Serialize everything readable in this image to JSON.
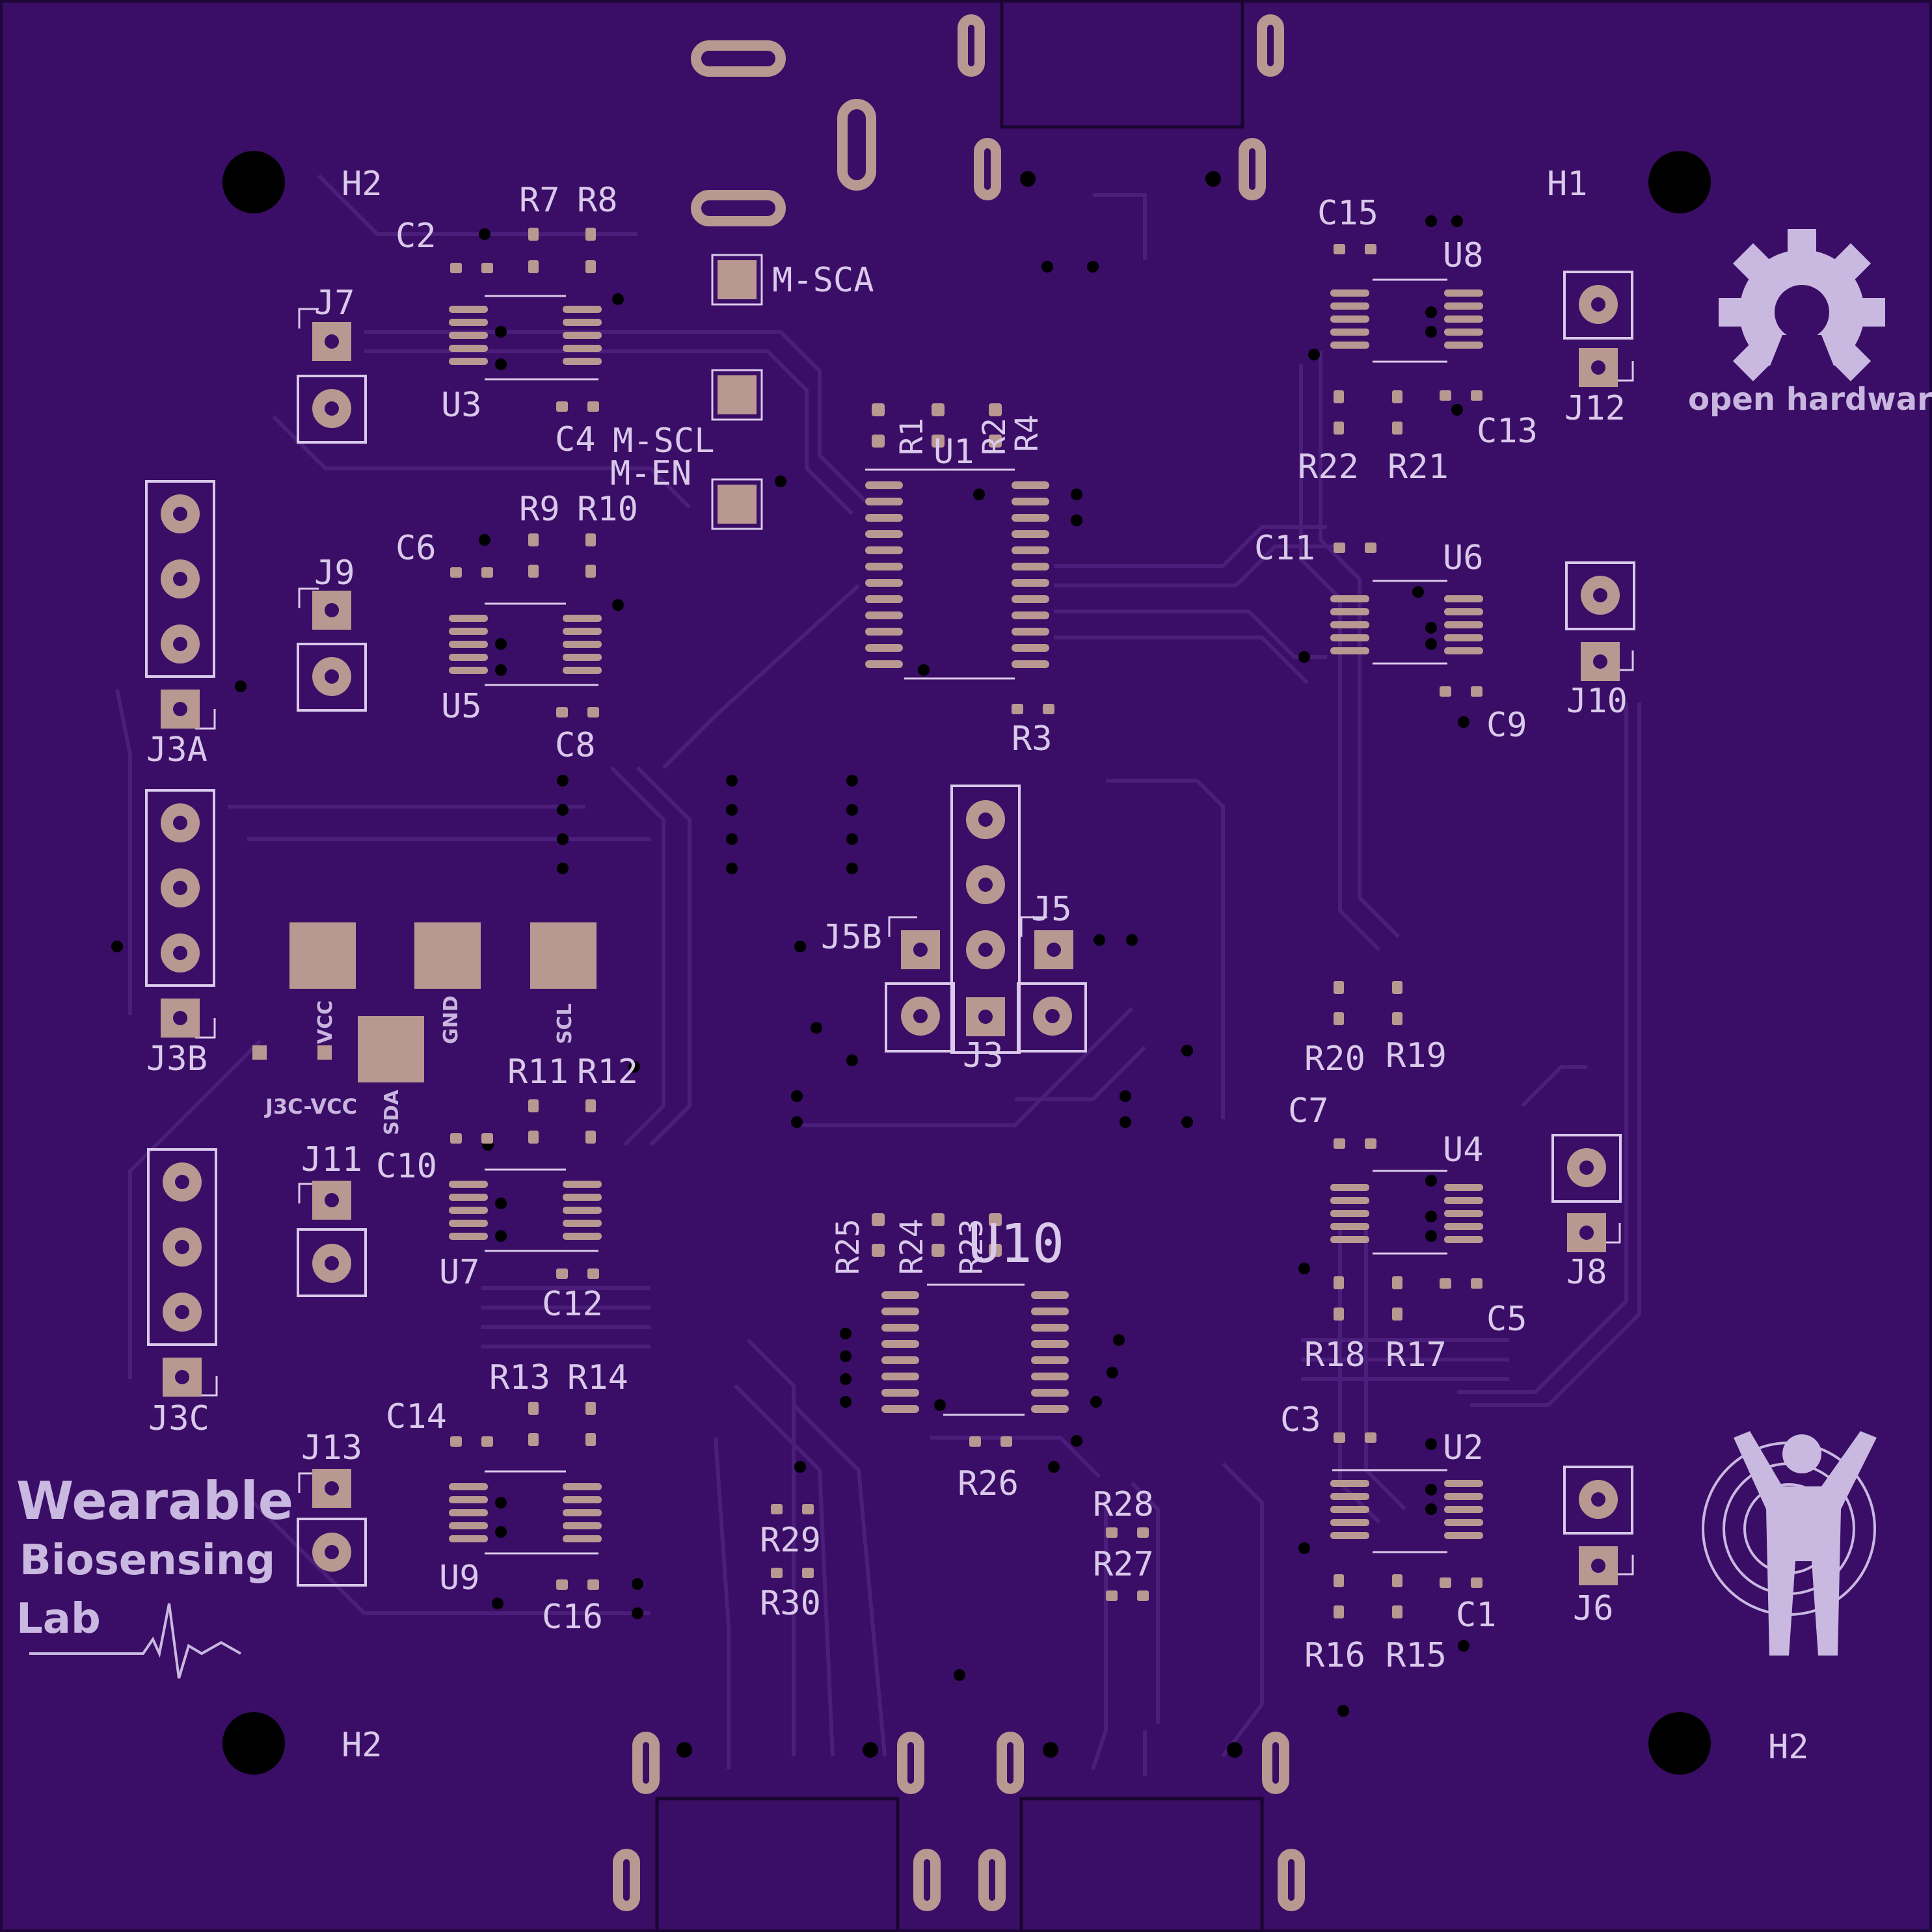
{
  "board": {
    "logo": {
      "line1": "Wearable",
      "line2": "Biosensing",
      "line3": "Lab"
    },
    "oshw_label": "open hardware",
    "colors": {
      "substrate": "#3a0d66",
      "copper": "#b89890",
      "silkscreen": "#d9c9ea",
      "trace": "#4a1e7a",
      "hole": "#000000"
    },
    "mounting_holes": [
      "H2",
      "H1",
      "H2",
      "H2"
    ],
    "pad_labels": {
      "msca": "M-SCA",
      "mscl": "M-SCL",
      "men": "M-EN",
      "vcc": "VCC",
      "gnd": "GND",
      "scl": "SCL",
      "sda": "SDA",
      "j3cvcc": "J3C-VCC"
    },
    "refs": {
      "c2": "C2",
      "r7": "R7",
      "r8": "R8",
      "j7": "J7",
      "u3": "U3",
      "c4": "C4",
      "c6": "C6",
      "r9": "R9",
      "r10": "R10",
      "j9": "J9",
      "u5": "U5",
      "c8": "C8",
      "j3a": "J3A",
      "j3b": "J3B",
      "j3c": "J3C",
      "r11": "R11",
      "r12": "R12",
      "j11": "J11",
      "c10": "C10",
      "u7": "U7",
      "c12": "C12",
      "r13": "R13",
      "r14": "R14",
      "c14": "C14",
      "j13": "J13",
      "u9": "U9",
      "c16": "C16",
      "r1": "R1",
      "r2": "R2",
      "r4": "R4",
      "u1": "U1",
      "r3": "R3",
      "j5b": "J5B",
      "j5": "J5",
      "j3": "J3",
      "r25": "R25",
      "r24": "R24",
      "r23": "R23",
      "u10": "U10",
      "r26": "R26",
      "r29": "R29",
      "r30": "R30",
      "r28": "R28",
      "r27": "R27",
      "c15": "C15",
      "u8": "U8",
      "j12": "J12",
      "r22": "R22",
      "r21": "R21",
      "c13": "C13",
      "c11": "C11",
      "u6": "U6",
      "j10": "J10",
      "c9": "C9",
      "r20": "R20",
      "r19": "R19",
      "c7": "C7",
      "u4": "U4",
      "j8": "J8",
      "r18": "R18",
      "r17": "R17",
      "c5": "C5",
      "c3": "C3",
      "u2": "U2",
      "j6": "J6",
      "r16": "R16",
      "r15": "R15",
      "c1": "C1"
    }
  }
}
